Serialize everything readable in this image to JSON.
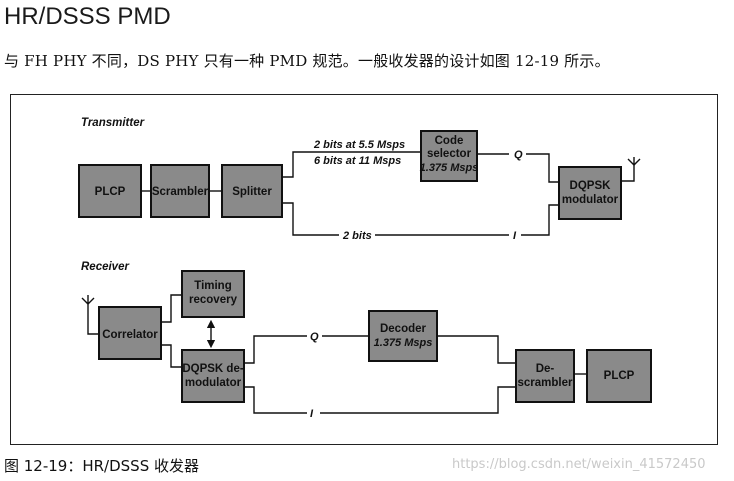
{
  "heading": "HR/DSSS PMD",
  "intro": "与 FH PHY 不同，DS PHY 只有一种 PMD 规范。一般收发器的设计如图 12-19 所示。",
  "caption": "图 12-19：HR/DSSS 收发器",
  "watermark": "https://blog.csdn.net/weixin_41572450",
  "diagram": {
    "transmitter": {
      "section_label": "Transmitter",
      "plcp": "PLCP",
      "scrambler": "Scrambler",
      "splitter": "Splitter",
      "rate_label_1": "2 bits at 5.5 Msps",
      "rate_label_2": "6 bits at 11 Msps",
      "code_selector_line1": "Code",
      "code_selector_line2": "selector",
      "code_selector_line3": "1.375 Msps",
      "q_label": "Q",
      "i_label": "I",
      "bits_label": "2 bits",
      "modulator_line1": "DQPSK",
      "modulator_line2": "modulator"
    },
    "receiver": {
      "section_label": "Receiver",
      "correlator": "Correlator",
      "timing_line1": "Timing",
      "timing_line2": "recovery",
      "demod_line1": "DQPSK de-",
      "demod_line2": "modulator",
      "decoder_line1": "Decoder",
      "decoder_line2": "1.375 Msps",
      "descrambler_line1": "De-",
      "descrambler_line2": "scrambler",
      "plcp": "PLCP",
      "q_label": "Q",
      "i_label": "I"
    }
  }
}
